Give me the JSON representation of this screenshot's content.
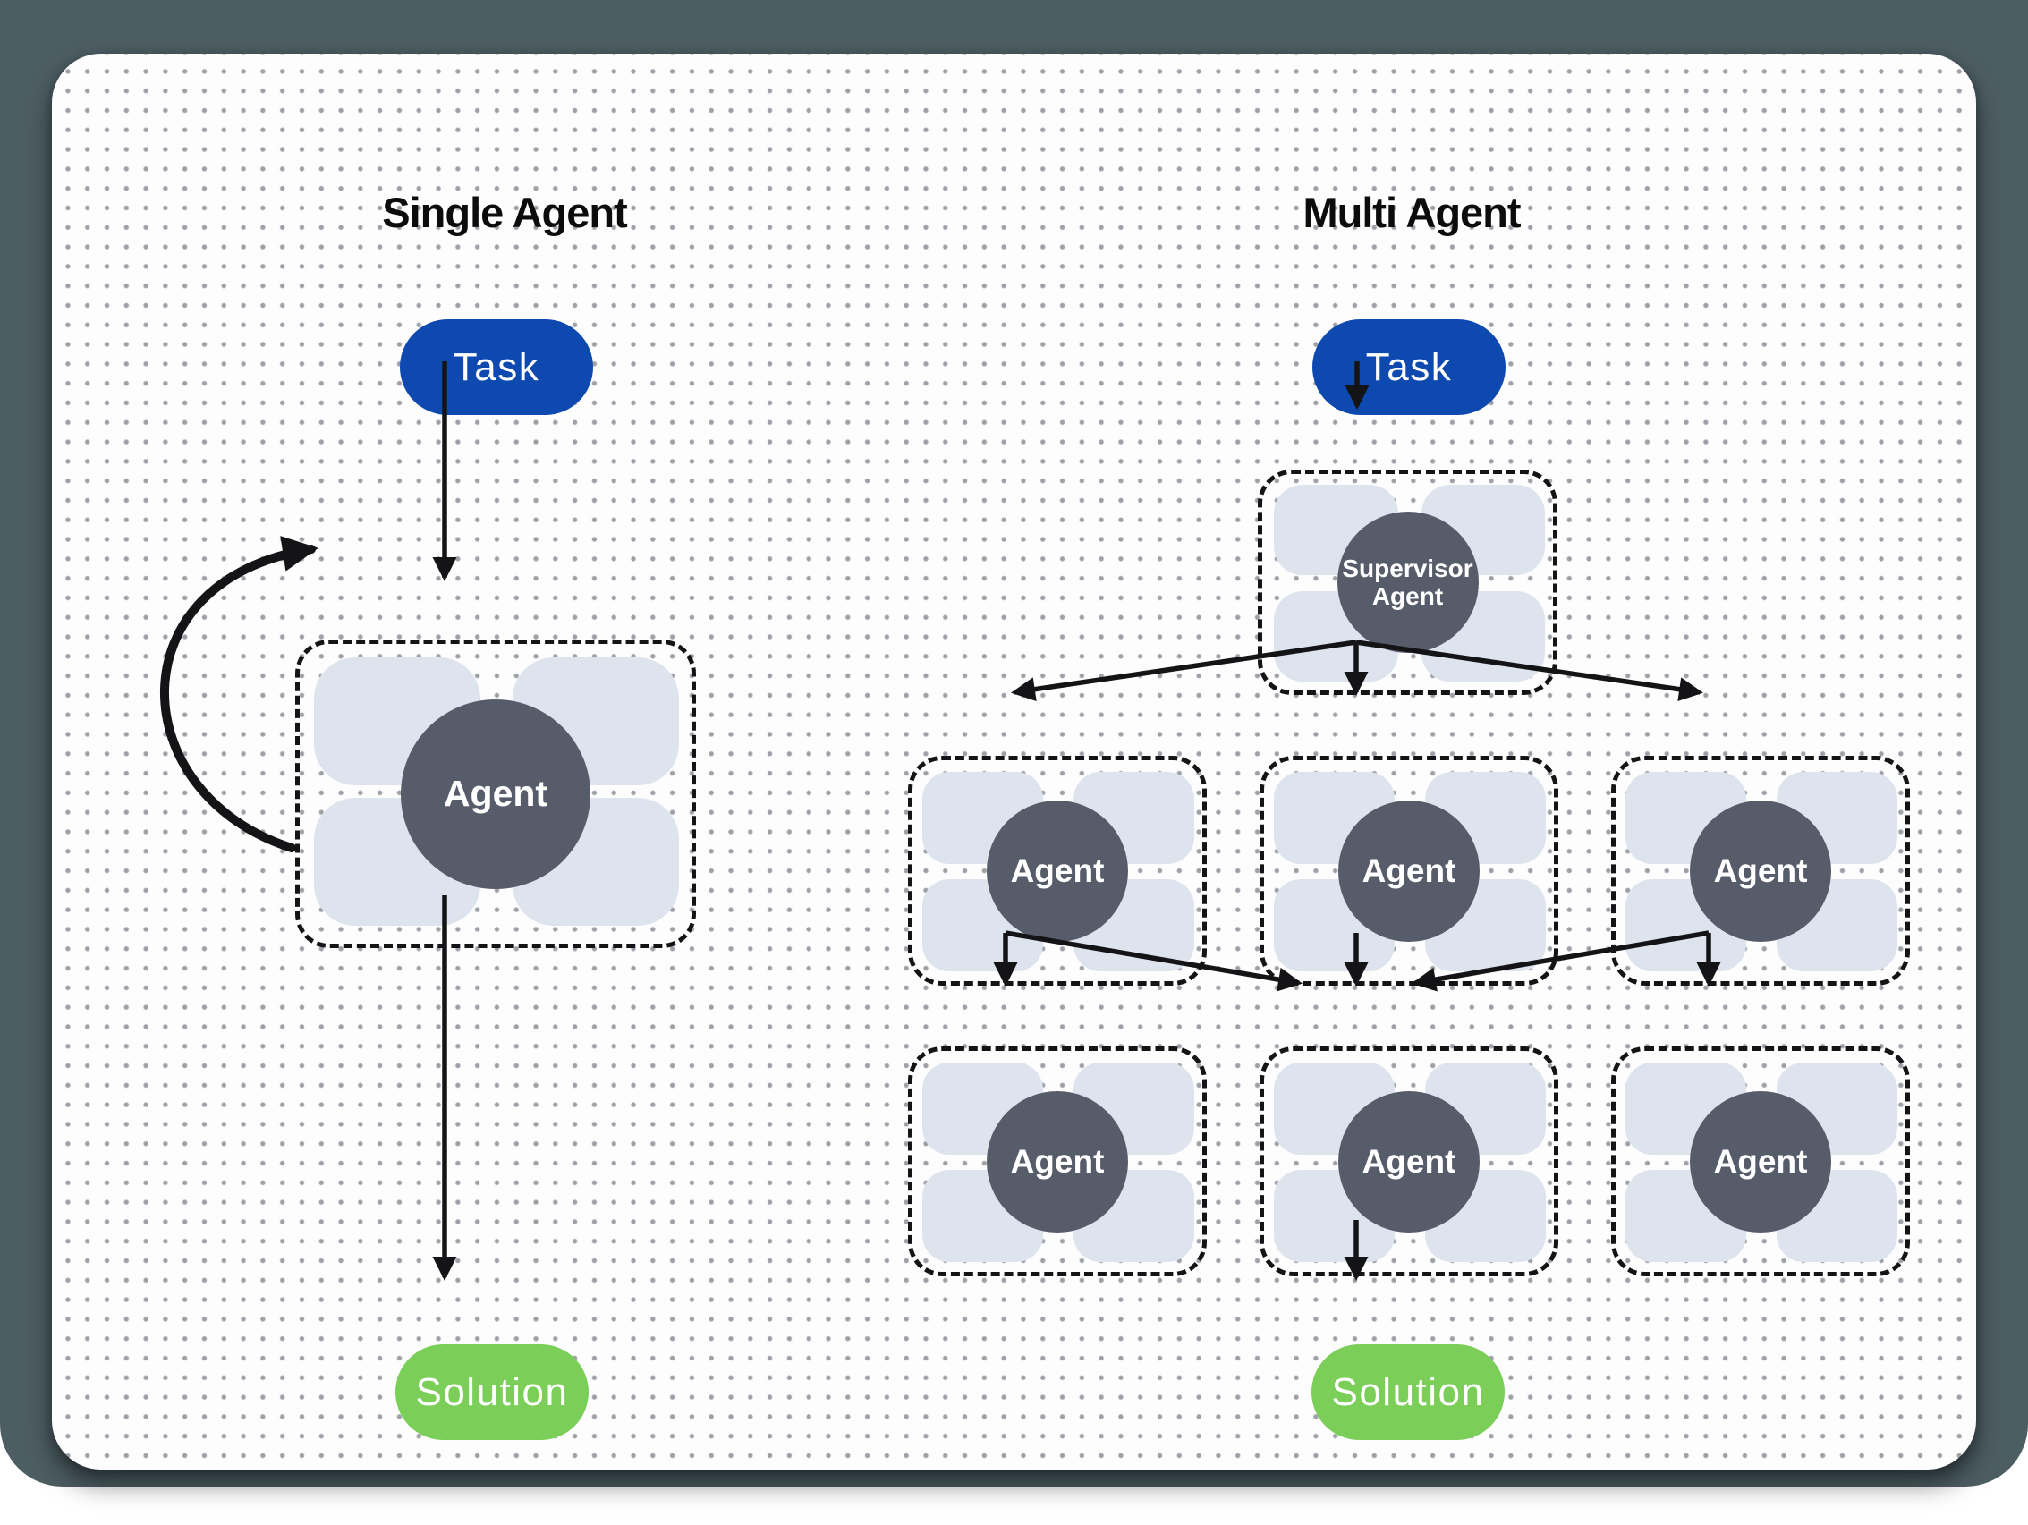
{
  "single": {
    "title": "Single Agent",
    "task": "Task",
    "agent": "Agent",
    "solution": "Solution"
  },
  "multi": {
    "title": "Multi Agent",
    "task": "Task",
    "supervisor": "Supervisor Agent",
    "agents": [
      "Agent",
      "Agent",
      "Agent",
      "Agent",
      "Agent",
      "Agent"
    ],
    "solution": "Solution"
  },
  "colors": {
    "blue": "#0d49ae",
    "green": "#7bce58",
    "slate": "#575c6a",
    "slot": "#dee4ee",
    "ink": "#141416",
    "backdrop": "#4d5e63",
    "card": "#fdfdfe",
    "dot": "#9da0a6"
  }
}
